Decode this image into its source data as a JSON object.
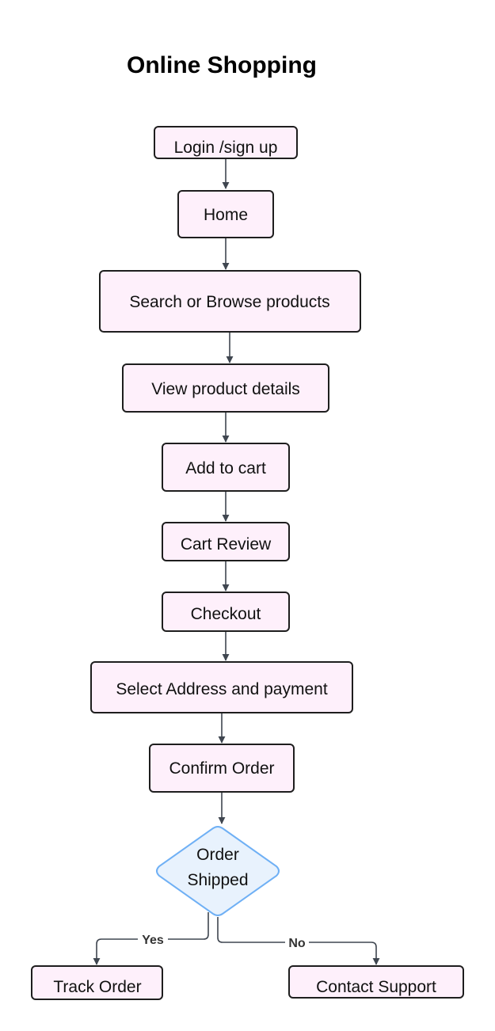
{
  "title": "Online Shopping",
  "nodes": {
    "login": "Login /sign up",
    "home": "Home",
    "search": "Search or Browse products",
    "view_details": "View product details",
    "add_to_cart": "Add to cart",
    "cart_review": "Cart Review",
    "checkout": "Checkout",
    "select_address": "Select Address and payment",
    "confirm_order": "Confirm Order",
    "order_shipped_line1": "Order",
    "order_shipped_line2": "Shipped",
    "track_order": "Track Order",
    "contact_support": "Contact Support"
  },
  "edges": {
    "yes_label": "Yes",
    "no_label": "No"
  },
  "colors": {
    "node_fill": "#fef0fb",
    "node_border": "#1e1e1e",
    "decision_fill": "#e8f2fd",
    "decision_border": "#6fb0f5",
    "edge": "#3f4650"
  }
}
